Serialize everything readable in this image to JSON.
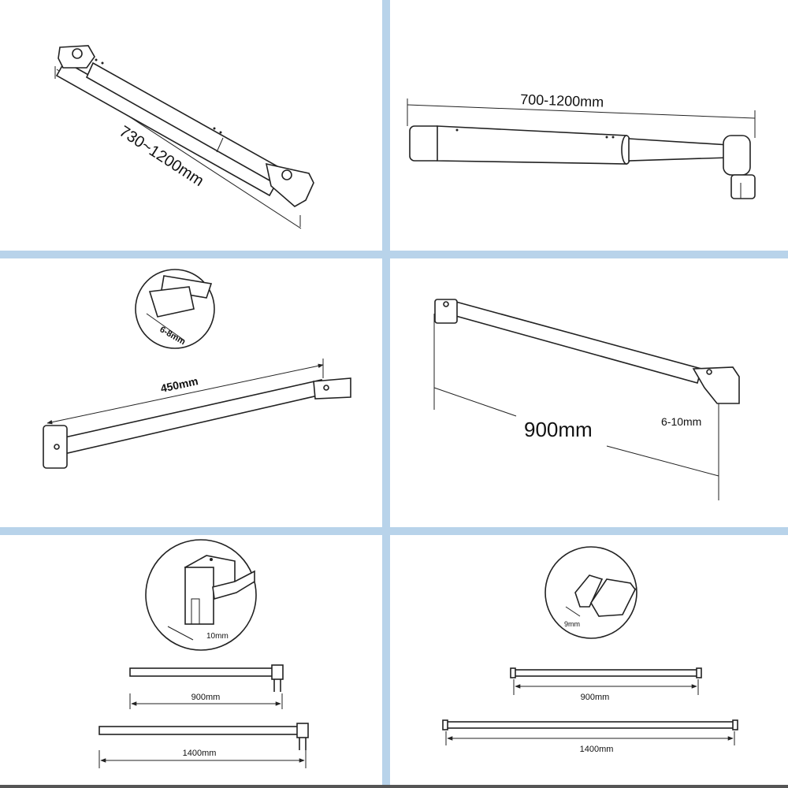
{
  "colors": {
    "divider": "#b8d3ea",
    "line": "#222222",
    "background": "#ffffff"
  },
  "panels": {
    "p1": {
      "dimension": "730~1200mm"
    },
    "p2": {
      "dimension": "700-1200mm"
    },
    "p3": {
      "dimension": "450mm",
      "glass": "6-8mm"
    },
    "p4": {
      "dimension": "900mm",
      "glass": "6-10mm"
    },
    "p5": {
      "short": "900mm",
      "long": "1400mm",
      "glass": "10mm"
    },
    "p6": {
      "short": "900mm",
      "long": "1400mm",
      "glass": "9mm"
    }
  }
}
